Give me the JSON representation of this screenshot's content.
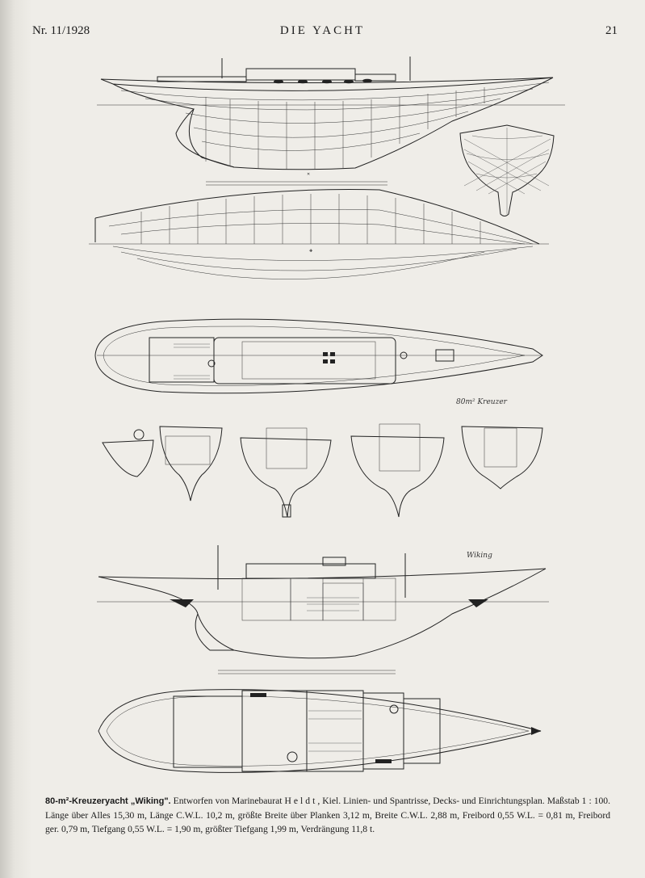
{
  "header": {
    "issue": "Nr. 11/1928",
    "title": "DIE YACHT",
    "page_number": "21"
  },
  "drawings": {
    "name_tag": "Wiking",
    "small_note": "80m² Kreuzer"
  },
  "caption": {
    "bold_title": "80-m²-Kreuzeryacht „Wiking\".",
    "text": "Entworfen von Marinebaurat H e l d t , Kiel. Linien- und Spantrisse, Decks- und Einrichtungsplan. Maßstab 1 : 100. Länge über Alles 15,30 m, Länge C.W.L. 10,2 m, größte Breite über Planken 3,12 m, Breite C.W.L. 2,88 m, Freibord 0,55 W.L. = 0,81 m, Freibord ger. 0,79 m, Tiefgang 0,55 W.L. = 1,90 m, größter Tiefgang 1,99 m, Verdrängung 11,8 t."
  }
}
